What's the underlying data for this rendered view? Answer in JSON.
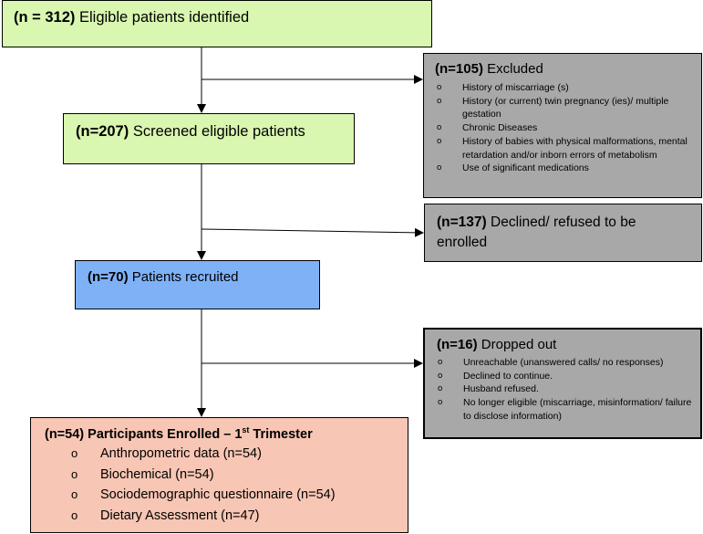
{
  "boxes": {
    "eligible": {
      "count": "(n = 312)",
      "label": "Eligible patients identified"
    },
    "excluded": {
      "count": "(n=105)",
      "label": "Excluded",
      "items": [
        "History of miscarriage (s)",
        "History (or current) twin pregnancy (ies)/ multiple gestation",
        "Chronic Diseases",
        "History of babies with physical malformations, mental retardation and/or inborn errors of metabolism",
        "Use of significant medications"
      ]
    },
    "screened": {
      "count": "(n=207)",
      "label": "Screened eligible patients"
    },
    "declined": {
      "count": "(n=137)",
      "label": "Declined/ refused to be enrolled"
    },
    "recruited": {
      "count": "(n=70)",
      "label": "Patients recruited"
    },
    "dropped": {
      "count": "(n=16)",
      "label": "Dropped out",
      "items": [
        "Unreachable (unanswered calls/ no responses)",
        "Declined to continue.",
        "Husband refused.",
        "No longer eligible (miscarriage, misinformation/ failure to disclose information)"
      ]
    },
    "enrolled": {
      "count": "(n=54)",
      "label": "Participants Enrolled – 1",
      "sup": "st",
      "label_end": " Trimester",
      "items": [
        "Anthropometric data (n=54)",
        "Biochemical (n=54)",
        "Sociodemographic questionnaire (n=54)",
        "Dietary Assessment (n=47)"
      ]
    }
  },
  "colors": {
    "green": "#d9f7b0",
    "gray": "#a8a8a8",
    "blue": "#7fb1f7",
    "salmon": "#f7c6b4"
  }
}
